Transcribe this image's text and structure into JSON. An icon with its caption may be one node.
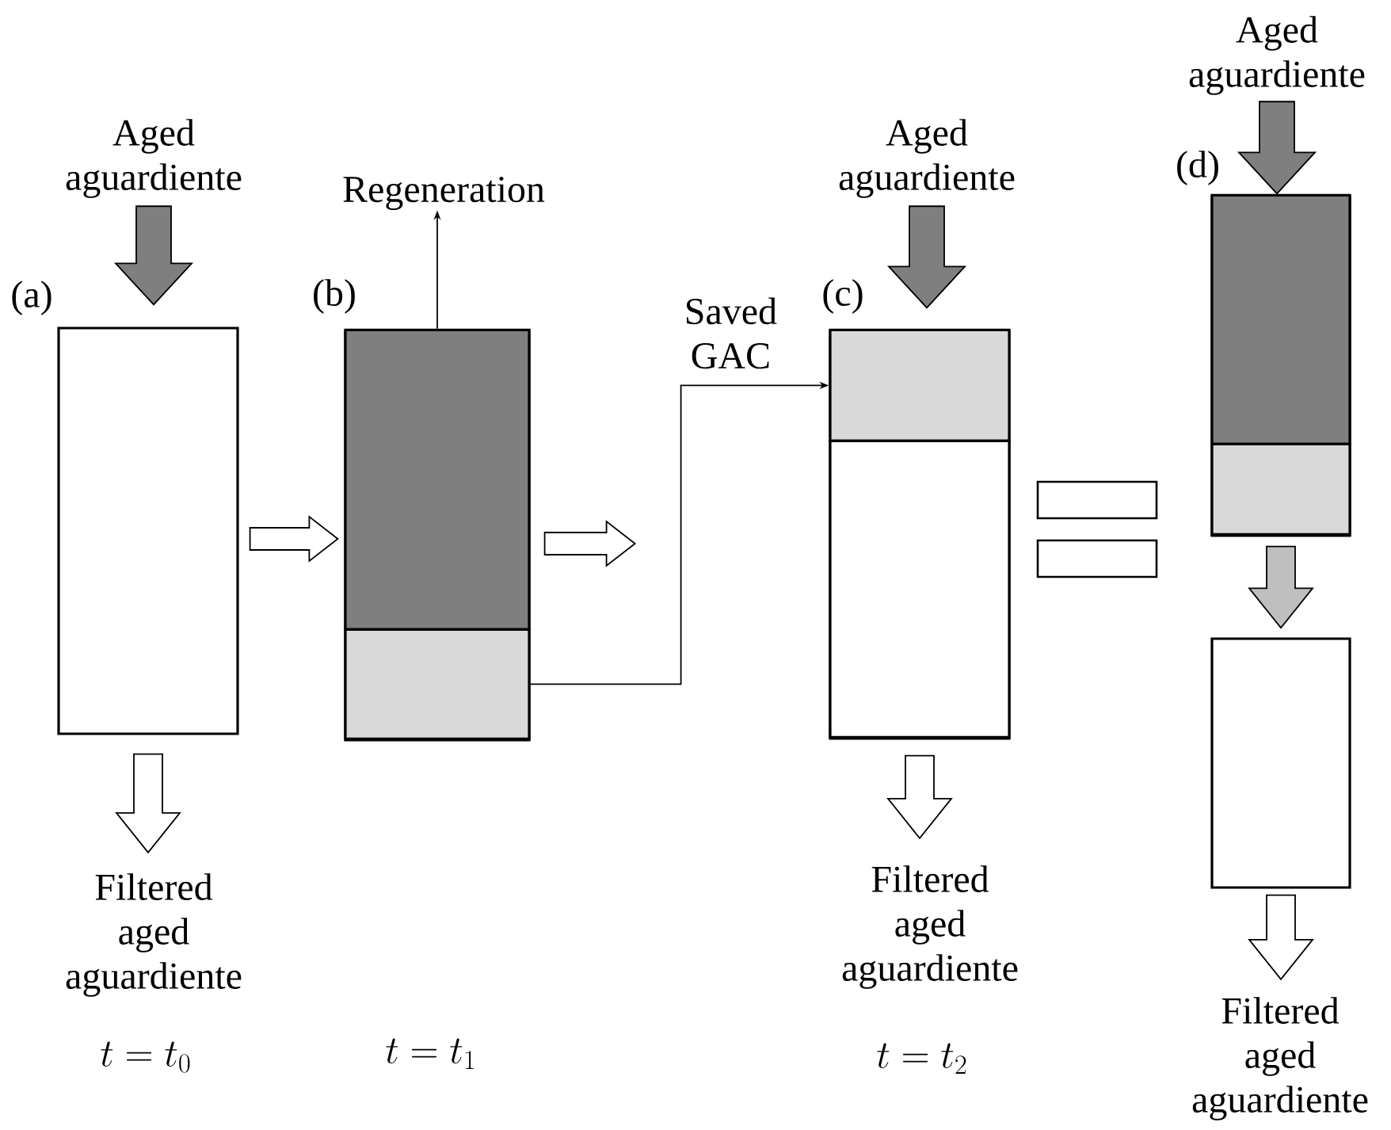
{
  "diagram": {
    "nodes": [
      {
        "text": [
          "Aged aguardiente"
        ]
      },
      {
        "text": [],
        "shape": "box",
        "beside": [
          "(a)"
        ]
      },
      {
        "text": [
          "Filtered aged aguardiente"
        ]
      },
      {
        "text": [
          "Regeneration"
        ]
      },
      {
        "text": [],
        "shape": "box",
        "beside": [
          "(b)"
        ]
      },
      {
        "text": [],
        "shape": "box",
        "in": 4
      },
      {
        "text": [],
        "shape": "box",
        "in": 4
      },
      {
        "text": [
          "Aged aguardiente"
        ]
      },
      {
        "text": [],
        "shape": "box",
        "beside": [
          "(c)"
        ]
      },
      {
        "text": [],
        "shape": "box",
        "in": 8
      },
      {
        "text": [],
        "shape": "box",
        "in": 8
      },
      {
        "text": [
          "Filtered aged aguardiente"
        ]
      },
      {
        "text": [
          "Aged aguardiente"
        ]
      },
      {
        "text": [],
        "shape": "box",
        "beside": [
          "(d)"
        ]
      },
      {
        "text": [],
        "shape": "box",
        "in": 13
      },
      {
        "text": [],
        "shape": "box",
        "in": 13
      },
      {
        "text": [],
        "shape": "box"
      },
      {
        "text": [
          "Filtered aged aguardiente"
        ]
      }
    ],
    "edges": [
      {
        "from": 0,
        "to": 1,
        "arrow": "to",
        "style": "thick",
        "color": "#7f7f7f"
      },
      {
        "from": 1,
        "to": 2,
        "arrow": "to",
        "style": "thick"
      },
      {
        "from": 1,
        "to": 4,
        "arrow": "to",
        "style": "thick"
      },
      {
        "from": 5,
        "to": 3,
        "arrow": "to"
      },
      {
        "from": 4,
        "to": null,
        "arrow": "to",
        "style": "thick"
      },
      {
        "from": 6,
        "to": 9,
        "arrow": "to",
        "label": "Saved GAC"
      },
      {
        "from": 7,
        "to": 8,
        "arrow": "to",
        "style": "thick",
        "color": "#7f7f7f"
      },
      {
        "from": 8,
        "to": 11,
        "arrow": "to",
        "style": "thick"
      },
      {
        "from": 12,
        "to": 13,
        "arrow": "to",
        "style": "thick",
        "color": "#7f7f7f"
      },
      {
        "from": 13,
        "to": 16,
        "arrow": "to",
        "style": "thick",
        "color": "#bfbfbf"
      },
      {
        "from": 16,
        "to": 17,
        "arrow": "to",
        "style": "thick"
      }
    ],
    "labels": [
      "t = t_0",
      "t = t_1",
      "t = t_2"
    ]
  }
}
